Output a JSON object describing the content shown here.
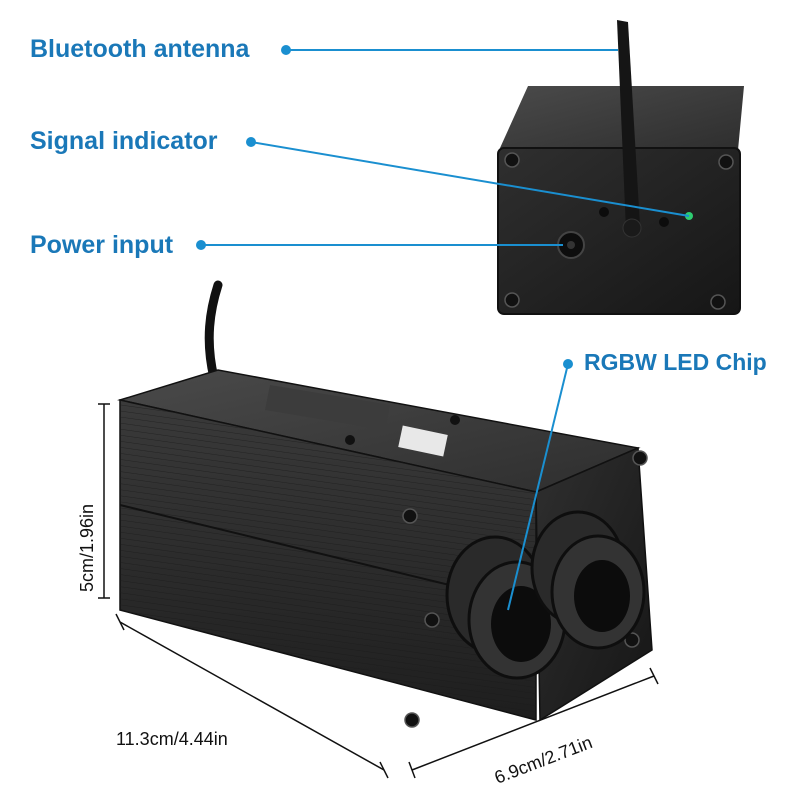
{
  "callouts": {
    "bluetooth_antenna": "Bluetooth antenna",
    "signal_indicator": "Signal indicator",
    "power_input": "Power input",
    "rgbw_led_chip": "RGBW LED Chip"
  },
  "dimensions": {
    "height": "5cm/1.96in",
    "length": "11.3cm/4.44in",
    "width": "6.9cm/2.71in"
  },
  "colors": {
    "callout_text": "#1a78b8",
    "callout_line": "#1a8fd0",
    "body_metal": "#2b2b2b",
    "indicator_led": "#2ecc71"
  }
}
